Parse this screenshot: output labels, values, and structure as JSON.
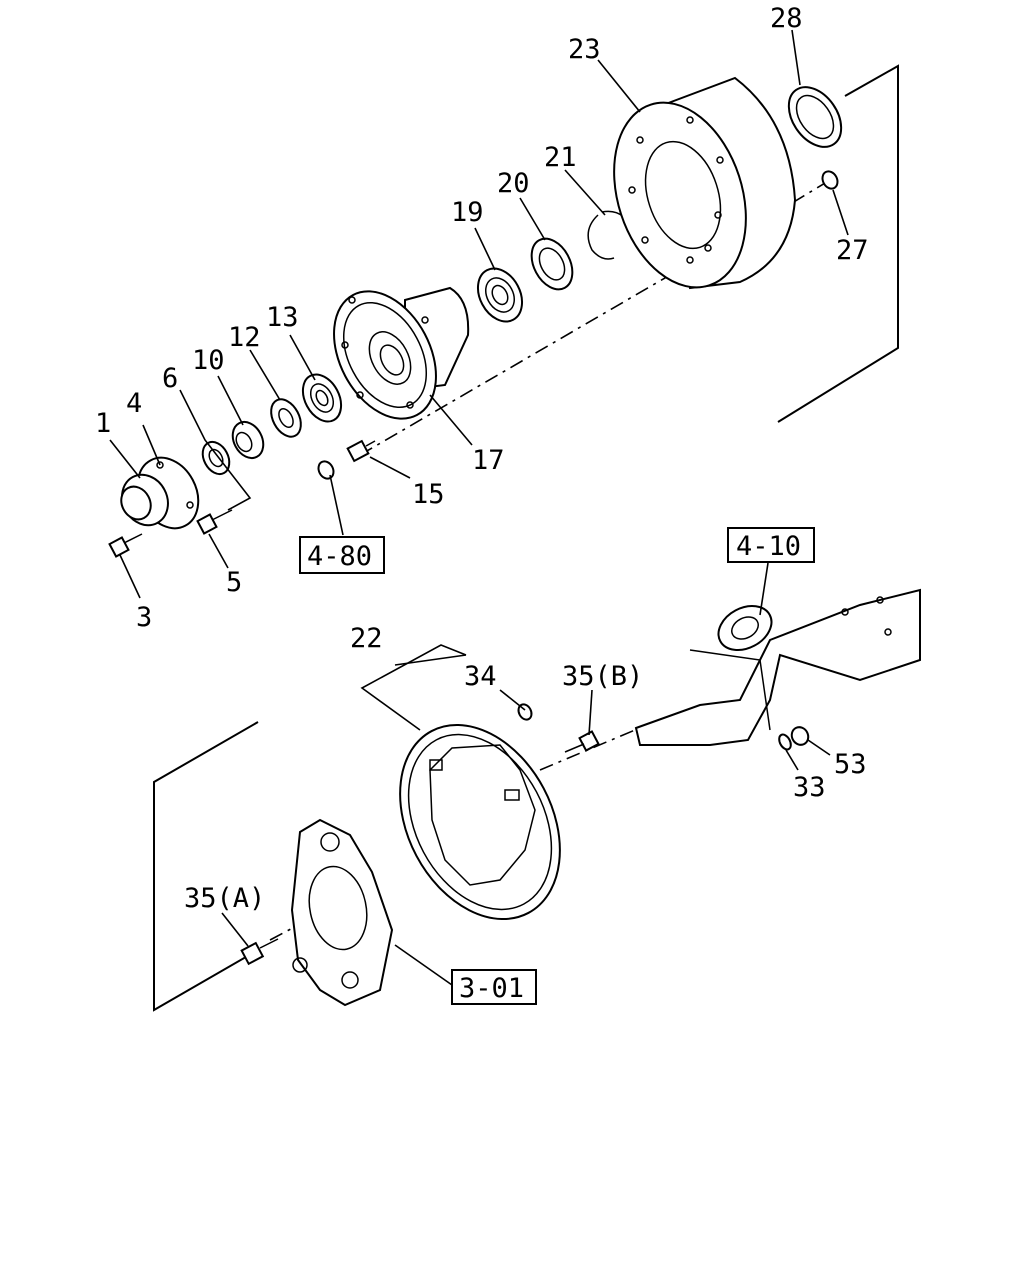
{
  "callouts": {
    "c1": "1",
    "c3": "3",
    "c4": "4",
    "c5": "5",
    "c6": "6",
    "c10": "10",
    "c12": "12",
    "c13": "13",
    "c15": "15",
    "c17": "17",
    "c19": "19",
    "c20": "20",
    "c21": "21",
    "c22": "22",
    "c23": "23",
    "c27": "27",
    "c28": "28",
    "c33": "33",
    "c34": "34",
    "c35a": "35(A)",
    "c35b": "35(B)",
    "c53": "53"
  },
  "refs": {
    "r480": "4-80",
    "r410": "4-10",
    "r301": "3-01"
  }
}
